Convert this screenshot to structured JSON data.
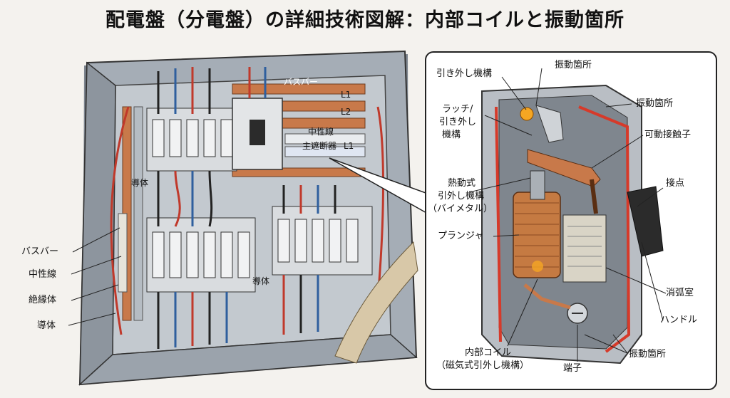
{
  "title": "配電盤（分電盤）の詳細技術図解：内部コイルと振動箇所",
  "panel_labels": {
    "busbar_top": "バスバー",
    "l1": "L1",
    "l2": "L2",
    "neutral_top": "中性線",
    "main_breaker": "主遮断器",
    "main_l1": "L1",
    "conductor_left": "導体",
    "conductor_bottom": "導体",
    "busbar_left": "バスバー",
    "neutral_left": "中性線",
    "insulator_left": "絶縁体",
    "conductor_left2": "導体"
  },
  "breaker_labels": {
    "trip_mechanism": "引き外し機構",
    "vibration_top": "振動箇所",
    "vibration_right": "振動箇所",
    "latch_line1": "ラッチ/",
    "latch_line2": "引き外し",
    "latch_line3": "機構",
    "movable_contact": "可動接触子",
    "thermal_line1": "熱動式",
    "thermal_line2": "引外し機構",
    "thermal_line3": "（バイメタル）",
    "contact": "接点",
    "plunger": "プランジャ",
    "arc_chamber": "消弧室",
    "handle": "ハンドル",
    "coil_line1": "内部コイル",
    "coil_line2": "（磁気式引外し機構）",
    "terminal": "端子",
    "vibration_bottom": "振動箇所"
  },
  "colors": {
    "enclosure": "#9aa3ad",
    "copper": "#c8794a",
    "breaker": "#d9dcdf",
    "wire_red": "#c0392b",
    "wire_blue": "#2f5f9e",
    "wire_black": "#222222",
    "latch_glow": "#f5a623"
  }
}
